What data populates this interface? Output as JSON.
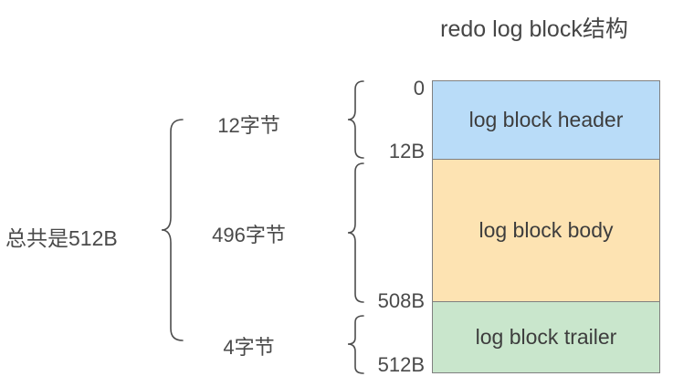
{
  "title": "redo log block结构",
  "total": {
    "label": "总共是512B"
  },
  "sizes": {
    "header": "12字节",
    "body": "496字节",
    "trailer": "4字节"
  },
  "offsets": {
    "start": "0",
    "header_end": "12B",
    "body_end": "508B",
    "trailer_end": "512B"
  },
  "blocks": {
    "header": {
      "label": "log block header",
      "color": "#b9dcf8"
    },
    "body": {
      "label": "log block body",
      "color": "#fde3b2"
    },
    "trailer": {
      "label": "log block trailer",
      "color": "#c9e6cc"
    }
  },
  "colors": {
    "background": "#ffffff",
    "block_border": "#808080",
    "text": "#4a4a4a",
    "brace": "#4d4d4d"
  }
}
